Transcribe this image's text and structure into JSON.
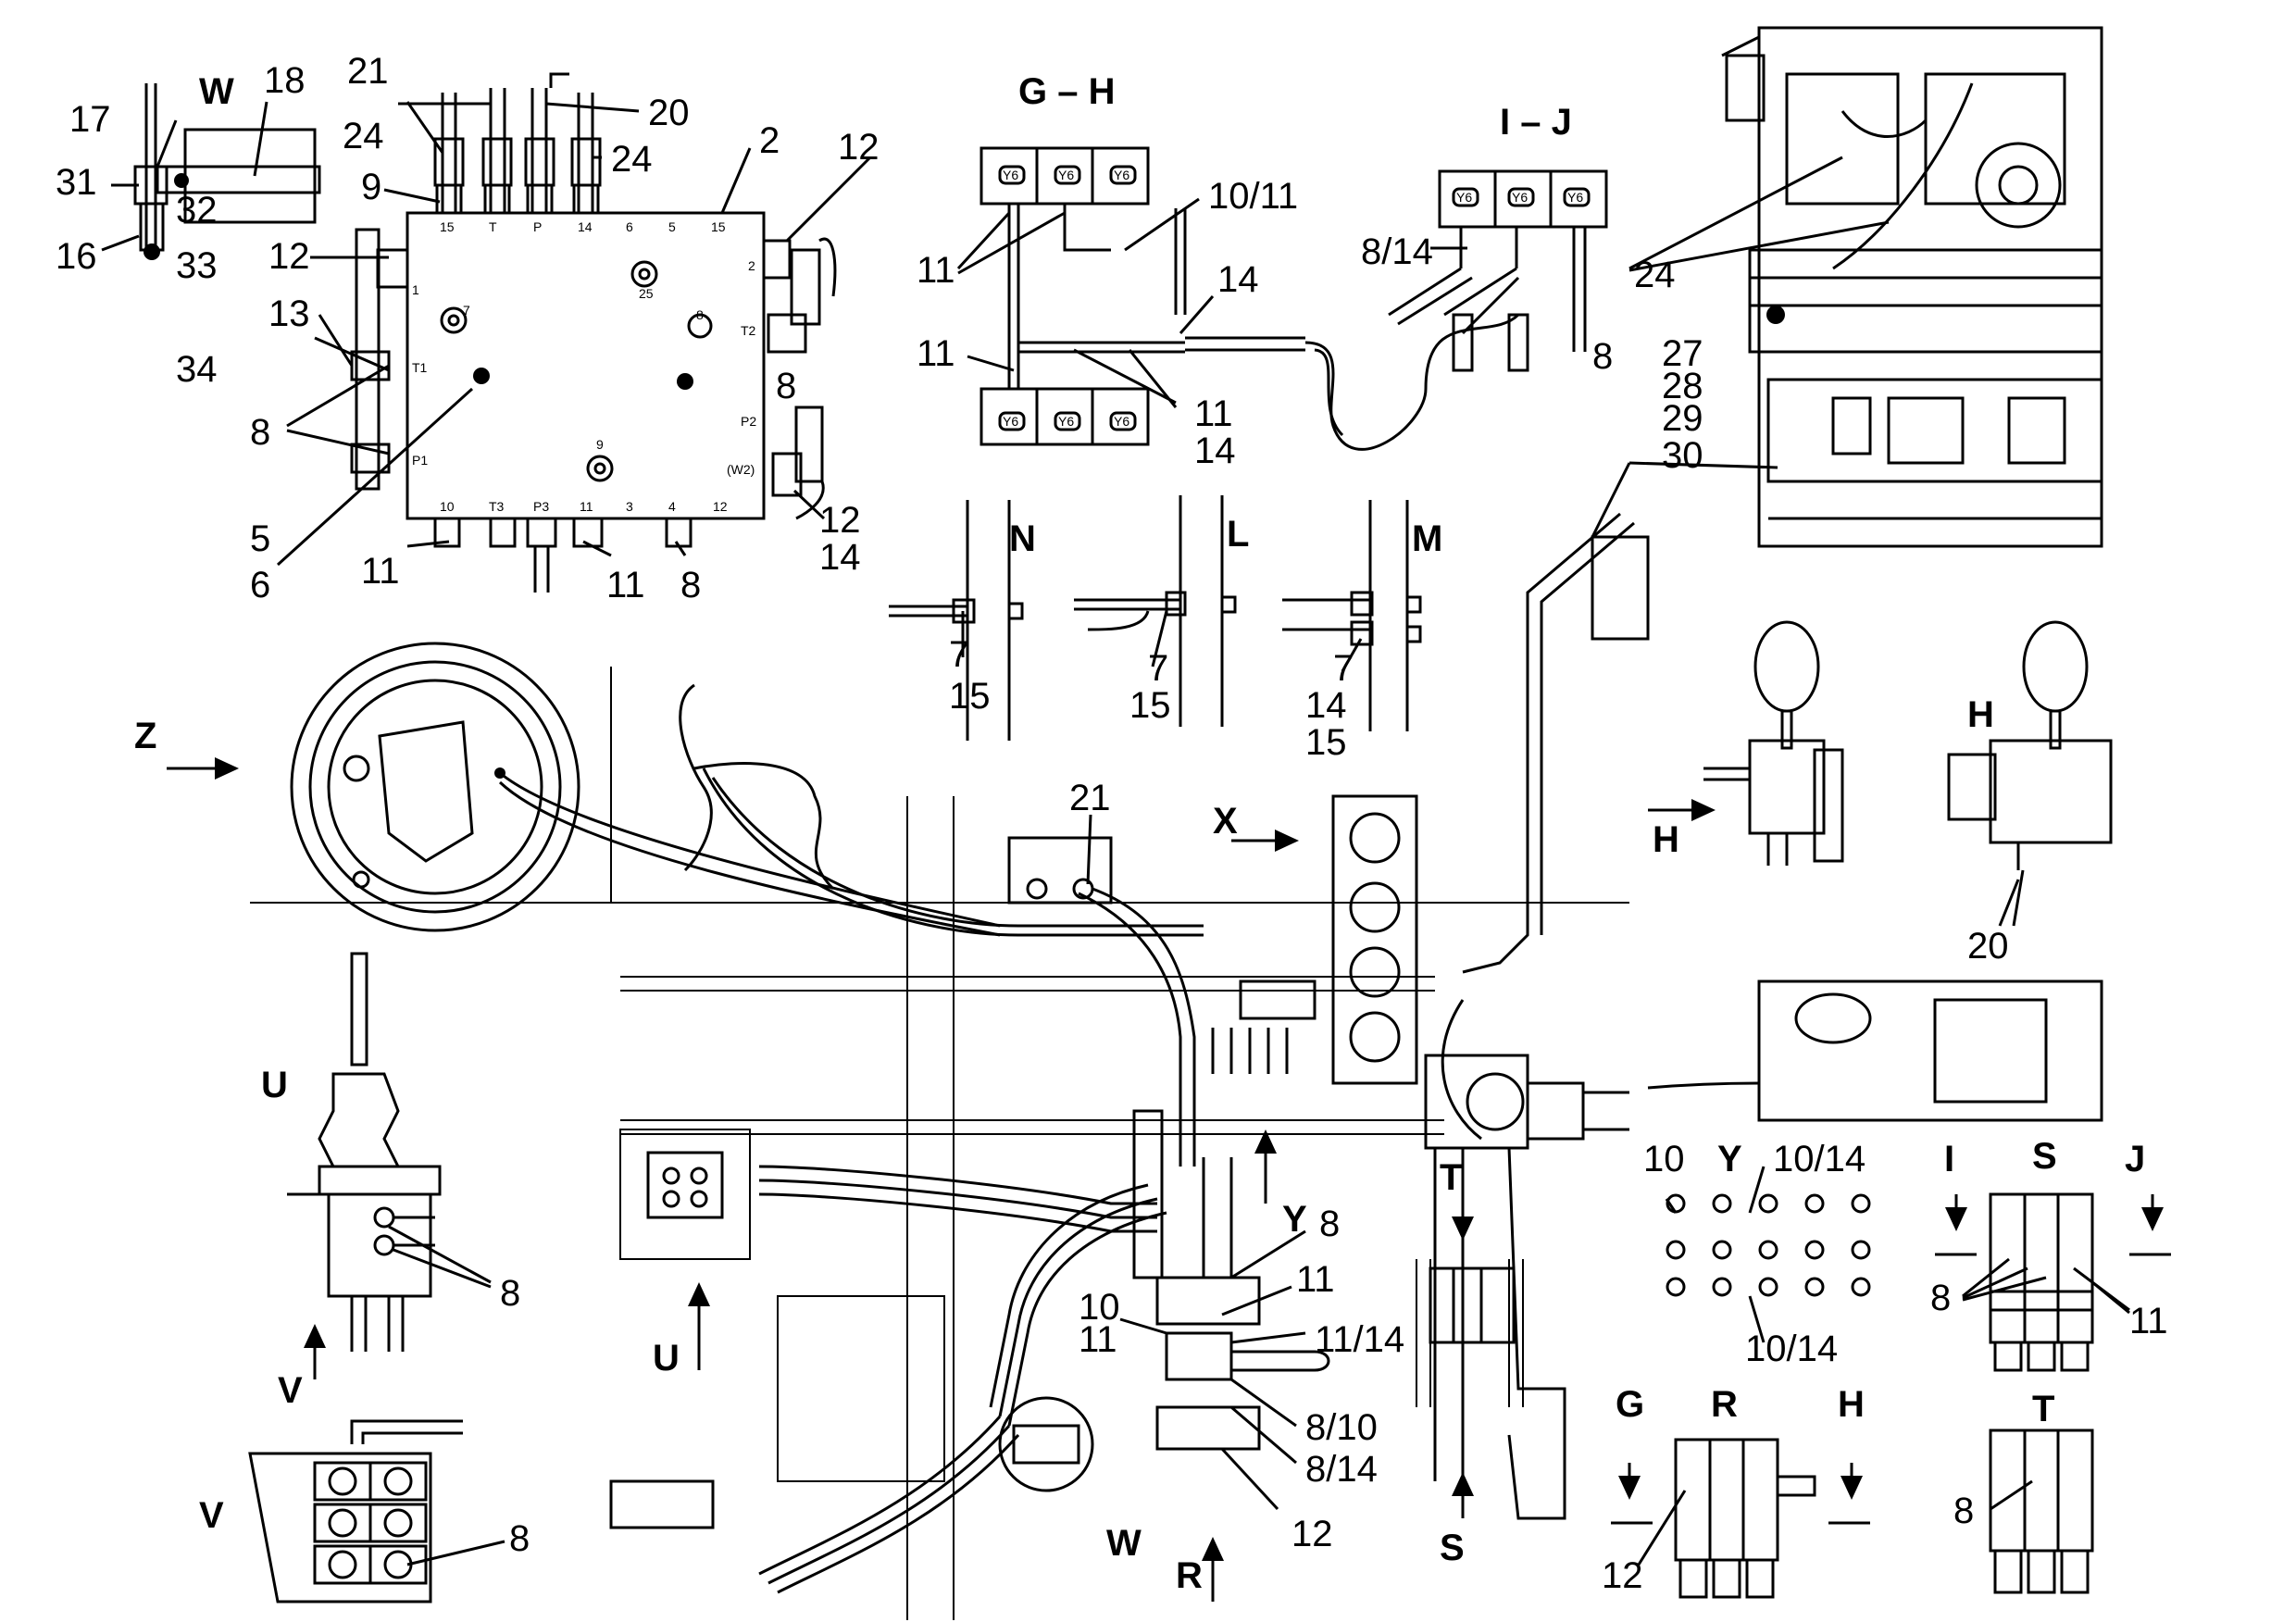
{
  "views": {
    "W": "W",
    "GH": "G – H",
    "IJ": "I – J",
    "N": "N",
    "L": "L",
    "M": "M",
    "Z": "Z",
    "X": "X",
    "H_detail": "H",
    "H_arrow": "H",
    "U_detail": "U",
    "U_arrow": "U",
    "V_arrow": "V",
    "V_detail": "V",
    "Y_detail": "Y",
    "Y_arrow": "Y",
    "T_arrow": "T",
    "T_detail": "T",
    "S_arrow": "S",
    "S_detail": "S",
    "I_arrow": "I",
    "J_arrow": "J",
    "R_arrow": "R",
    "R_detail": "R",
    "G_arrow": "G",
    "H_arrow2": "H",
    "W_arrow": "W"
  },
  "callouts": {
    "c17": "17",
    "c18": "18",
    "c31": "31",
    "c16": "16",
    "c32": "32",
    "c33": "33",
    "c34": "34",
    "c21_top": "21",
    "c20_top": "20",
    "c24_l": "24",
    "c24_r": "24",
    "c9": "9",
    "c2": "2",
    "c12_tr": "12",
    "c12_l": "12",
    "c13": "13",
    "c8_l": "8",
    "c8_r": "8",
    "c5": "5",
    "c6": "6",
    "c11_b1": "11",
    "c11_b2": "11",
    "c8_b": "8",
    "c12_b": "12",
    "c14_b": "14",
    "c10_11_gh": "10/11",
    "c11_gh1": "11",
    "c14_gh": "14",
    "c11_gh2": "11",
    "c11_gh3": "11",
    "c14_gh2": "14",
    "c8_14_ij": "8/14",
    "c8_ij": "8",
    "c24_eng": "24",
    "c27": "27",
    "c28": "28",
    "c29": "29",
    "c30": "30",
    "c7_n": "7",
    "c15_n": "15",
    "c7_l": "7",
    "c15_l": "15",
    "c7_m": "7",
    "c14_m": "14",
    "c15_m": "15",
    "c21_mid": "21",
    "c20_h": "20",
    "c8_u": "8",
    "c8_v": "8",
    "c8_y": "8",
    "c11_y1": "11",
    "c10_y": "10",
    "c11_y2": "11",
    "c11_14_y": "11/14",
    "c8_10": "8/10",
    "c8_14_y": "8/14",
    "c12_y": "12",
    "c10_Y": "10",
    "c10_14_Ya": "10/14",
    "c10_14_Yb": "10/14",
    "c8_s": "8",
    "c11_s": "11",
    "c12_r": "12",
    "c8_t": "8"
  },
  "port_labels": {
    "p15": "15",
    "pT": "T",
    "pP": "P",
    "p14": "14",
    "p6": "6",
    "p5": "5",
    "p15b": "15",
    "p1": "1",
    "pT1": "T1",
    "pP1": "P1",
    "p2": "2",
    "pT2": "T2",
    "pP2": "P2",
    "pW2": "(W2)",
    "p10": "10",
    "pT3": "T3",
    "pP3": "P3",
    "p11": "11",
    "p3": "3",
    "p4": "4",
    "p12": "12",
    "p25": "25",
    "p7": "7",
    "p8": "8",
    "p9": "9"
  },
  "valve_tags": {
    "tag": "Y6"
  }
}
